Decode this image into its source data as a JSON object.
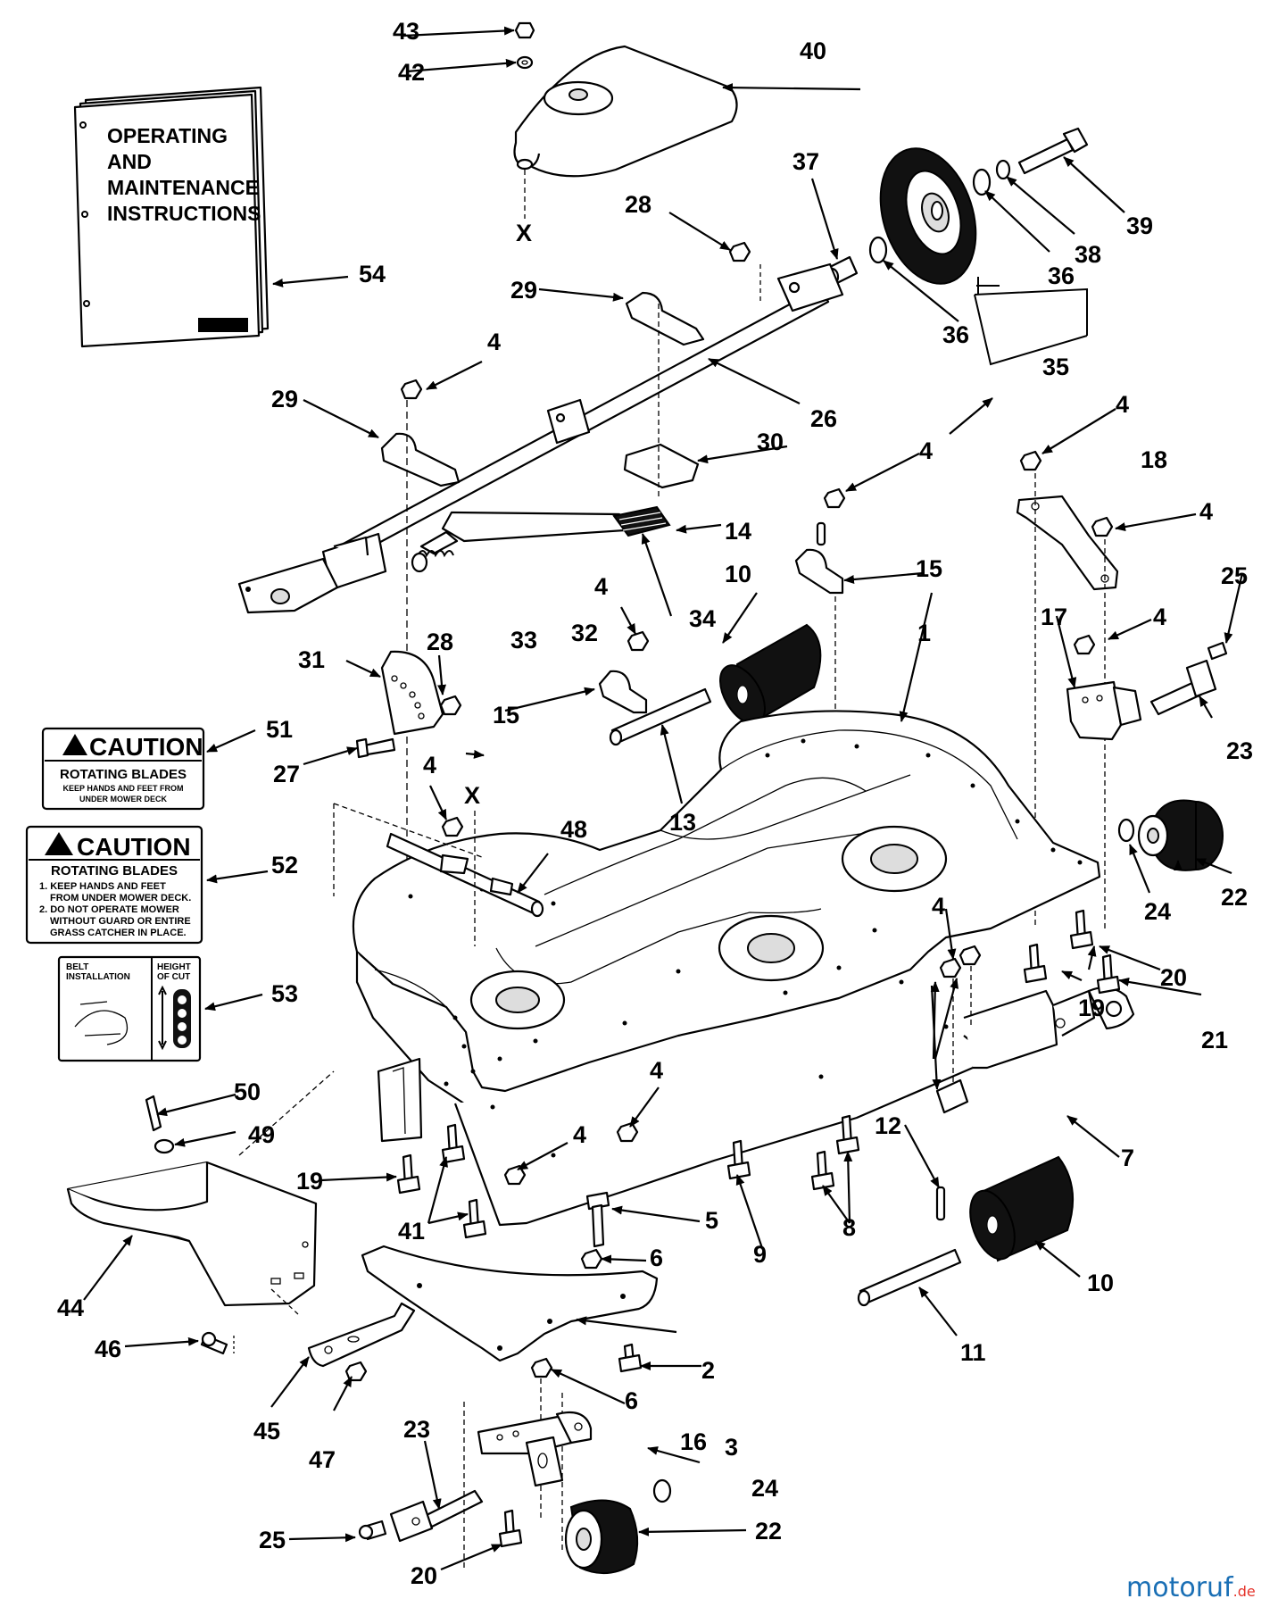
{
  "manual": {
    "lines": [
      "OPERATING",
      "AND",
      "MAINTENANCE",
      "INSTRUCTIONS"
    ]
  },
  "decal51": {
    "caution": "CAUTION",
    "title": "ROTATING BLADES",
    "lines": [
      "KEEP HANDS AND FEET FROM",
      "UNDER MOWER DECK"
    ]
  },
  "decal52": {
    "caution": "CAUTION",
    "title": "ROTATING BLADES",
    "lines": [
      "1. KEEP HANDS AND FEET",
      "FROM UNDER MOWER DECK.",
      "2. DO NOT OPERATE MOWER",
      "WITHOUT GUARD OR ENTIRE",
      "GRASS CATCHER IN PLACE."
    ]
  },
  "decal53": {
    "left_title_1": "BELT",
    "left_title_2": "INSTALLATION",
    "right_title_1": "HEIGHT",
    "right_title_2": "OF CUT"
  },
  "reference_mark": "X",
  "part_numbers": [
    "1",
    "2",
    "3",
    "4",
    "5",
    "6",
    "7",
    "8",
    "9",
    "10",
    "11",
    "12",
    "13",
    "14",
    "15",
    "16",
    "17",
    "18",
    "19",
    "20",
    "21",
    "22",
    "23",
    "24",
    "25",
    "26",
    "27",
    "28",
    "29",
    "30",
    "31",
    "32",
    "33",
    "34",
    "35",
    "36",
    "37",
    "38",
    "39",
    "40",
    "41",
    "42",
    "43",
    "44",
    "45",
    "46",
    "47",
    "48",
    "49",
    "50",
    "51",
    "52",
    "53",
    "54"
  ],
  "watermark": {
    "main": "motoruf",
    "suffix": ".de",
    "colors": [
      "#1a6fb5",
      "#e5332a"
    ]
  }
}
